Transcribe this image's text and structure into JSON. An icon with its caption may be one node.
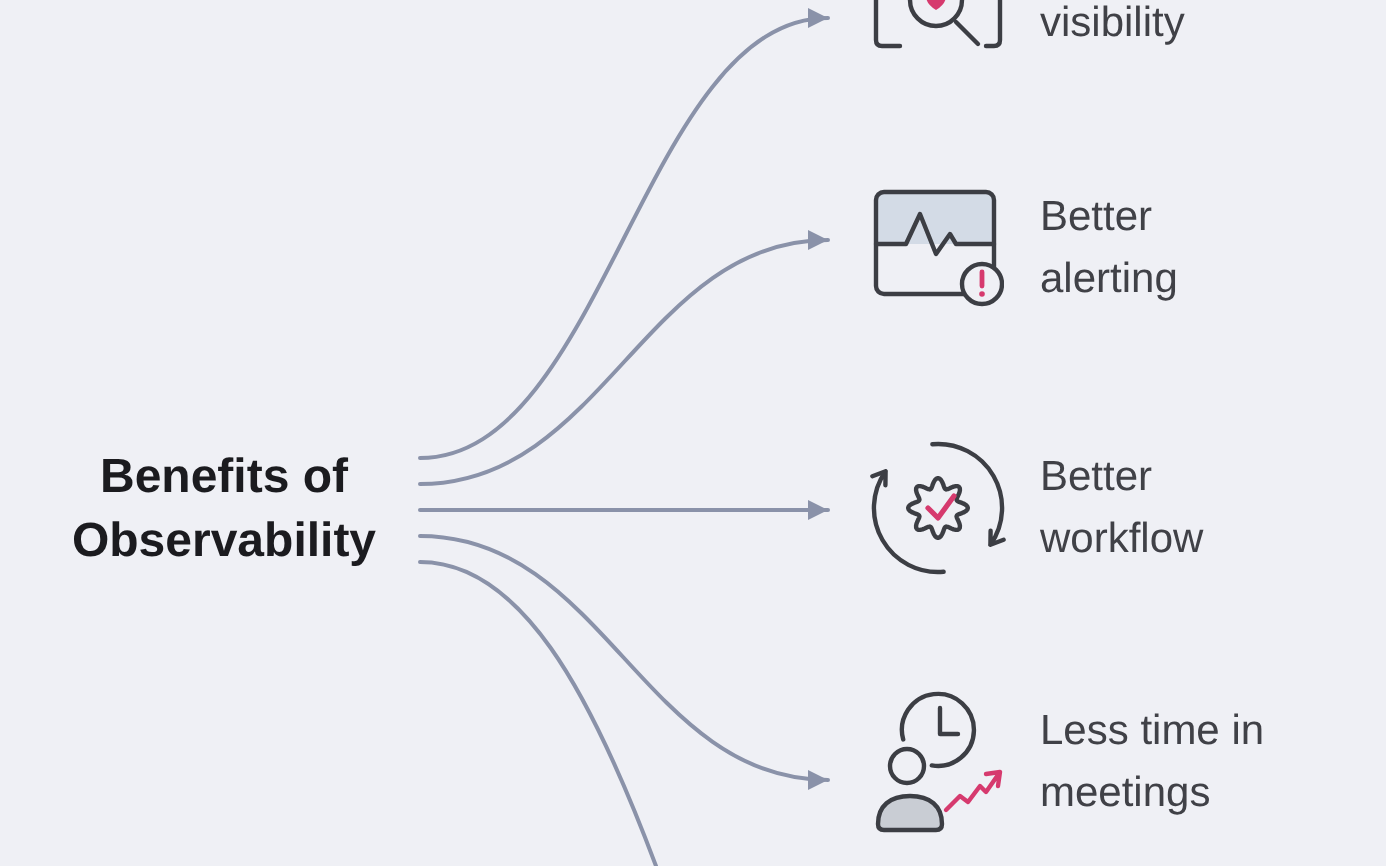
{
  "diagram": {
    "nodes": [
      {
        "text": [
          "Benefits of Observability"
        ]
      },
      {
        "text": [
          "visibility"
        ]
      },
      {
        "text": [
          "Better alerting"
        ]
      },
      {
        "text": [
          "Better workflow"
        ]
      },
      {
        "text": [
          "Less time in meetings"
        ]
      }
    ],
    "edges": [
      {
        "from": 0,
        "to": 1,
        "arrow": "to"
      },
      {
        "from": 0,
        "to": 2,
        "arrow": "to"
      },
      {
        "from": 0,
        "to": 3,
        "arrow": "to"
      },
      {
        "from": 0,
        "to": 4,
        "arrow": "to"
      },
      {
        "from": 0,
        "to": null,
        "arrow": "none"
      }
    ]
  }
}
